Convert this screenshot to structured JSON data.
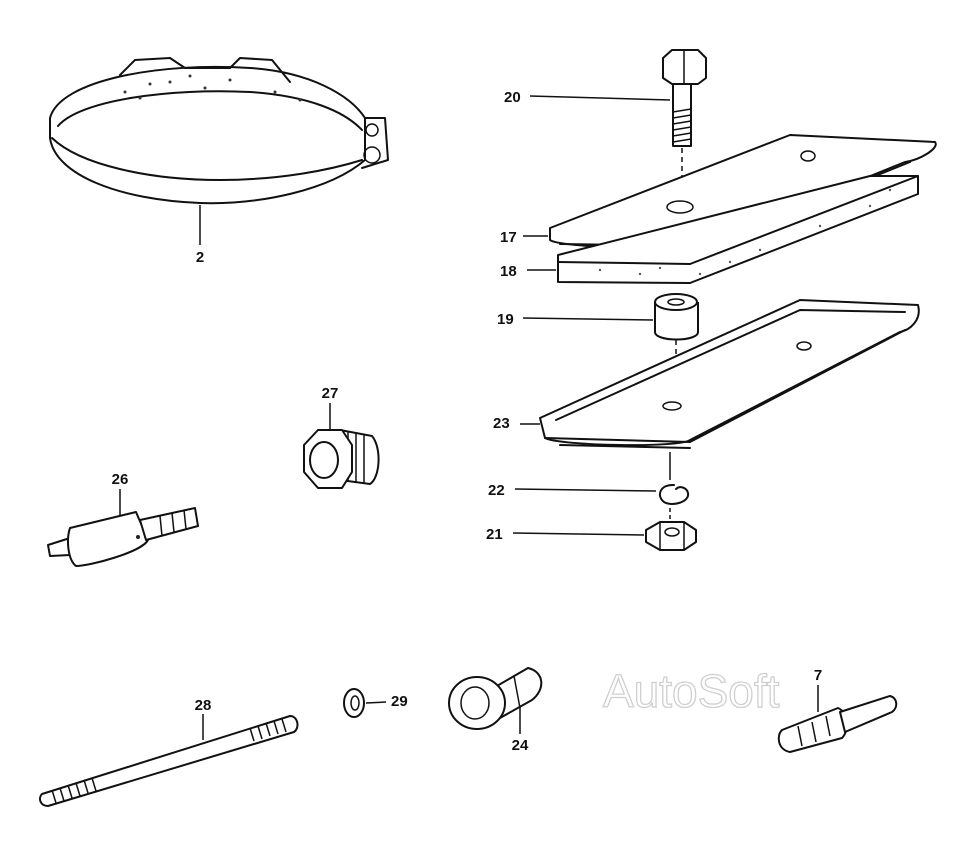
{
  "labels": {
    "p2": "2",
    "p7": "7",
    "p17": "17",
    "p18": "18",
    "p19": "19",
    "p20": "20",
    "p21": "21",
    "p22": "22",
    "p23": "23",
    "p24": "24",
    "p26": "26",
    "p27": "27",
    "p28": "28",
    "p29": "29"
  },
  "watermark": "AutoSoft"
}
